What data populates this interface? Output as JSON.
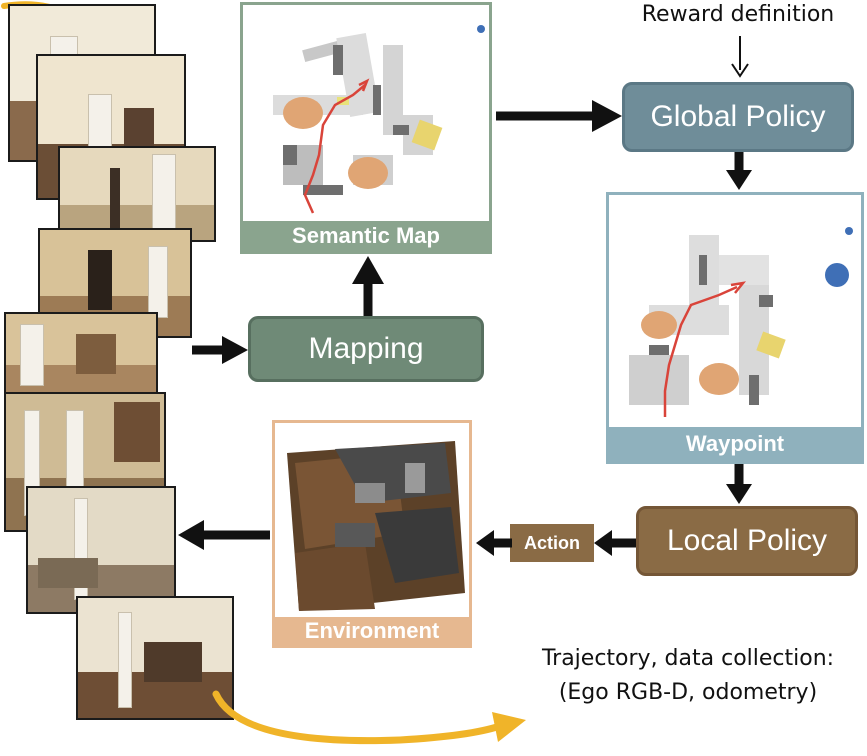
{
  "labels": {
    "reward_definition": "Reward definition",
    "global_policy": "Global Policy",
    "semantic_map": "Semantic Map",
    "mapping": "Mapping",
    "waypoint": "Waypoint",
    "local_policy": "Local Policy",
    "action": "Action",
    "environment": "Environment",
    "trajectory_line1": "Trajectory, data collection:",
    "trajectory_line2": "(Ego RGB-D, odometry)"
  },
  "colors": {
    "map_frame": "#8aa48e",
    "mapping_fill": "#6f8a77",
    "policy_fill": "#6f8d99",
    "waypoint_frame": "#8fb1bd",
    "local_policy_fill": "#8a6b45",
    "action_fill": "#8a6b45",
    "environment_frame": "#e6b890",
    "trajectory_arrow": "#f0b429",
    "map_path": "#d9443a",
    "goal_dot": "#3f6fb6"
  }
}
